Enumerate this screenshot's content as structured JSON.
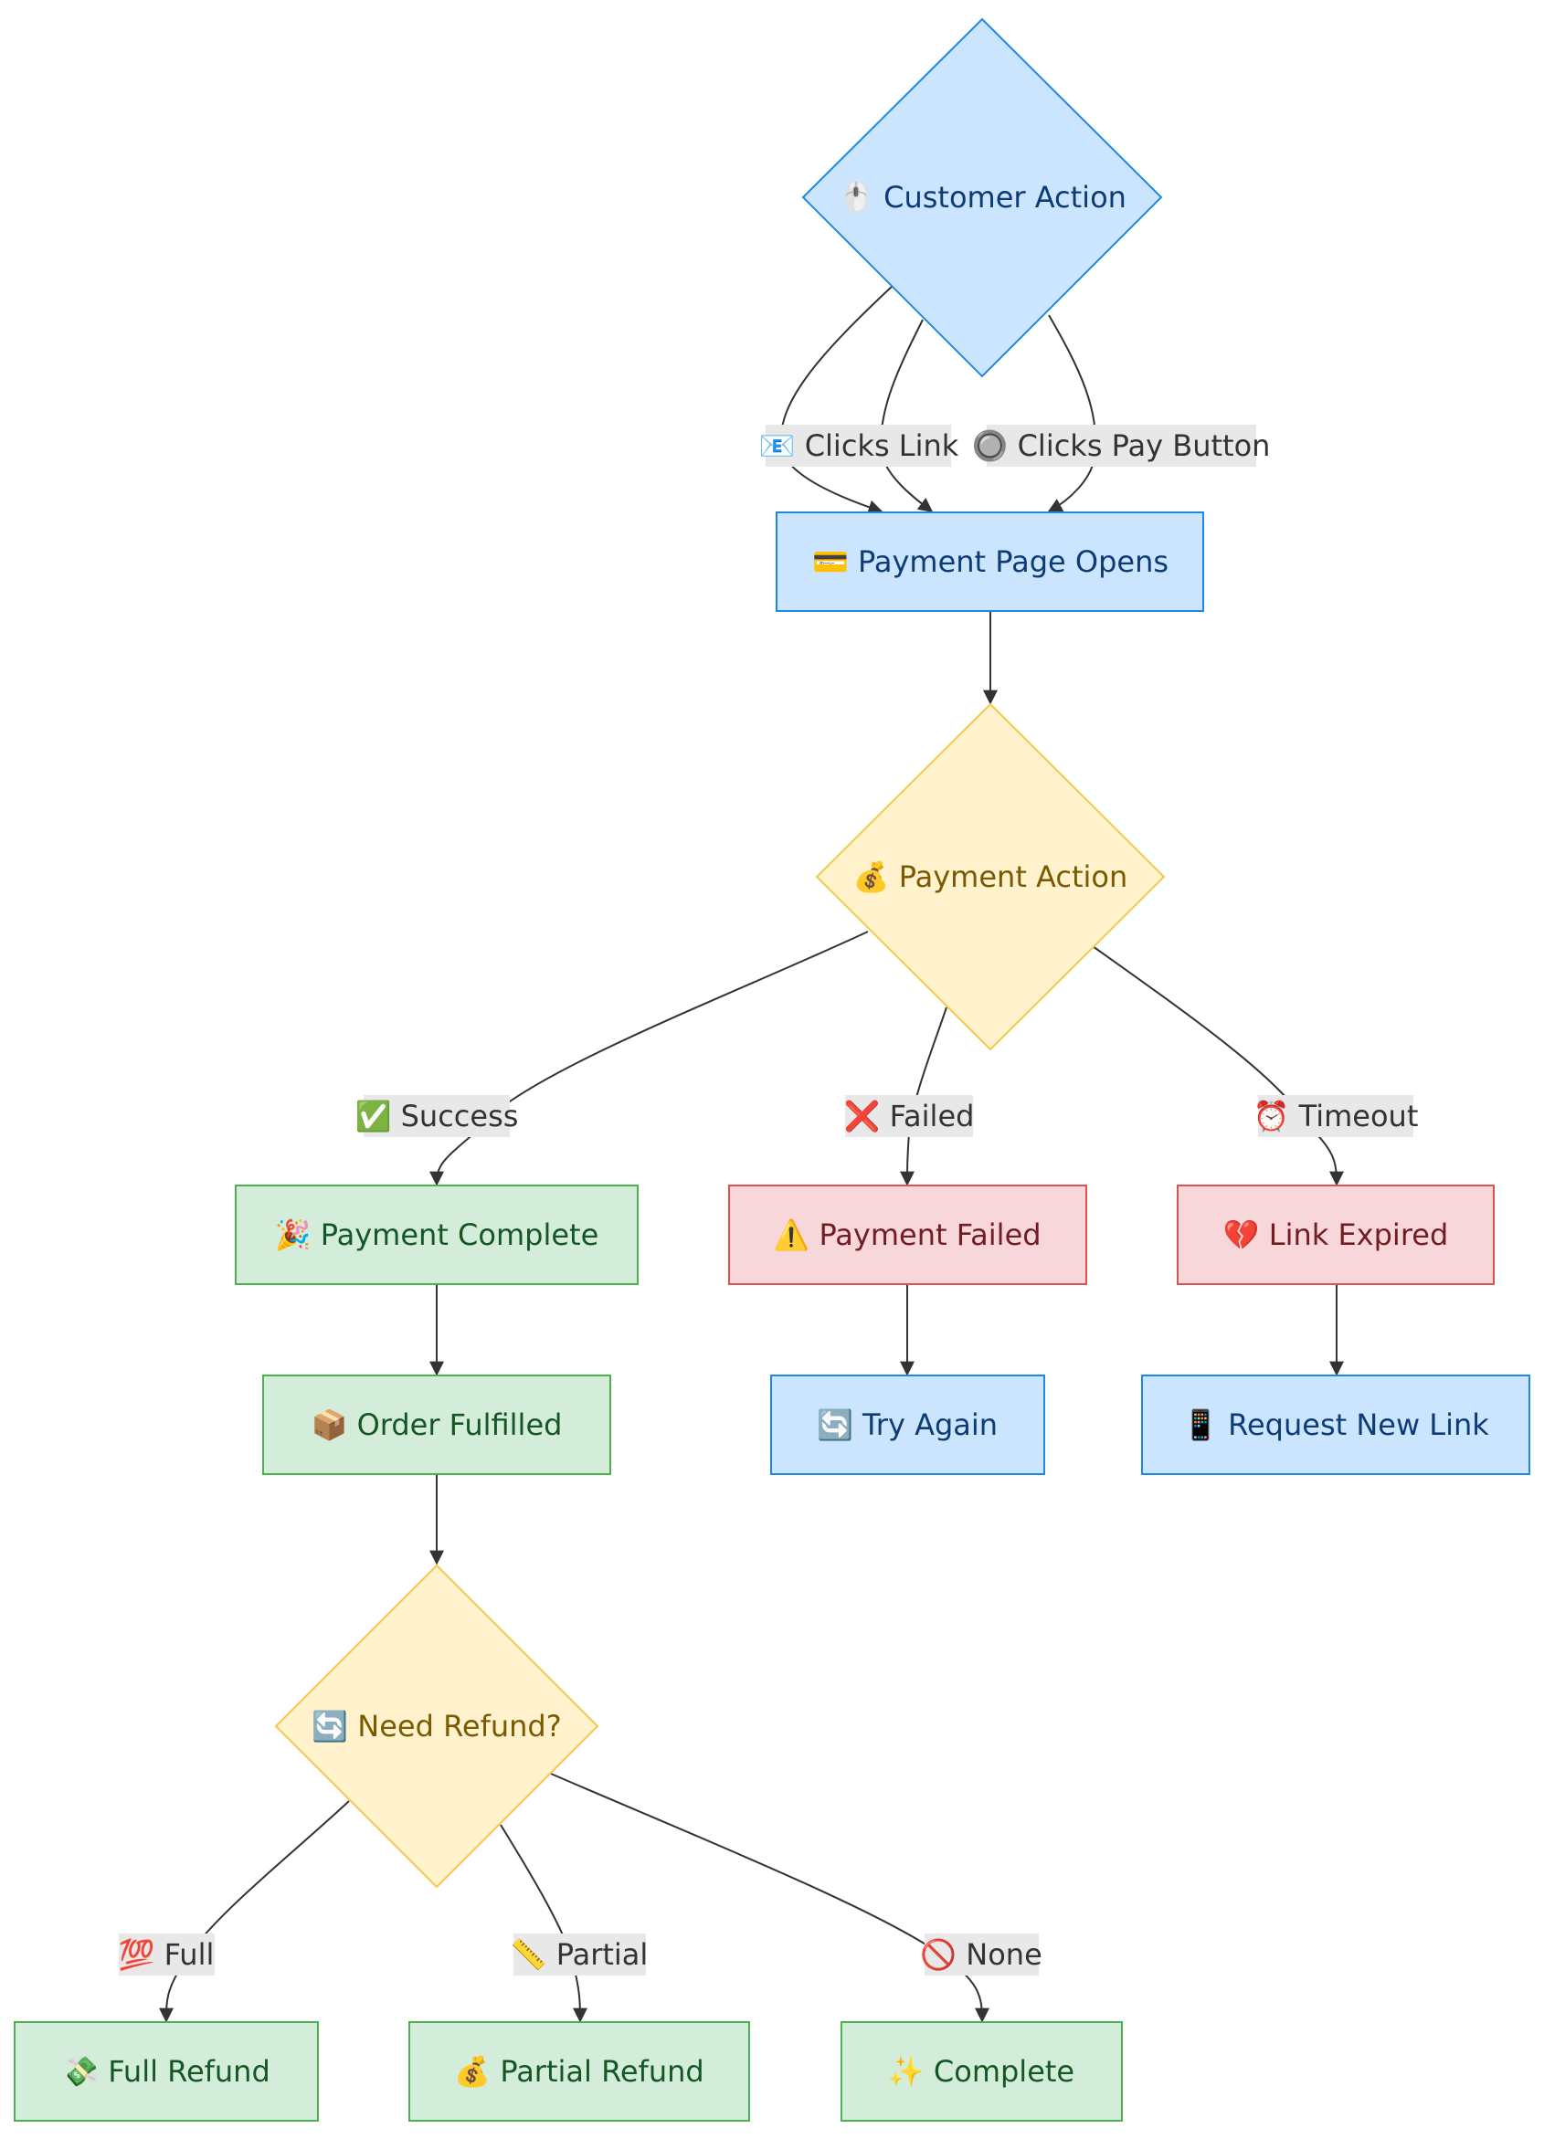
{
  "colors": {
    "blue_fill": "#cce5ff",
    "blue_stroke": "#1e88e5",
    "blue_text": "#0d3c75",
    "yellow_fill": "#fff2cc",
    "yellow_stroke": "#f2c94c",
    "yellow_text": "#7a5a00",
    "red_fill": "#f8d7da",
    "red_stroke": "#d9534f",
    "red_text": "#721c24",
    "green_fill": "#d4edda",
    "green_stroke": "#4caf50",
    "green_text": "#155724",
    "label_bg": "#e8e8e8"
  },
  "nodes": {
    "customer_action": "🖱️ Customer Action",
    "payment_page_opens": "💳 Payment Page Opens",
    "payment_action": "💰 Payment Action",
    "payment_complete": "🎉 Payment Complete",
    "payment_failed": "⚠️ Payment Failed",
    "link_expired": "💔 Link Expired",
    "order_fulfilled": "📦 Order Fulfilled",
    "try_again": "🔄 Try Again",
    "request_new_link": "📱 Request New Link",
    "need_refund": "🔄 Need Refund?",
    "full_refund": "💸 Full Refund",
    "partial_refund": "💰 Partial Refund",
    "complete": "✨ Complete"
  },
  "edges": {
    "clicks_link": "📧 Clicks Link",
    "clicks_pay_button": "🔘 Clicks Pay Button",
    "success": "✅ Success",
    "failed": "❌ Failed",
    "timeout": "⏰ Timeout",
    "full": "💯 Full",
    "partial": "📏 Partial",
    "none": "🚫 None"
  }
}
